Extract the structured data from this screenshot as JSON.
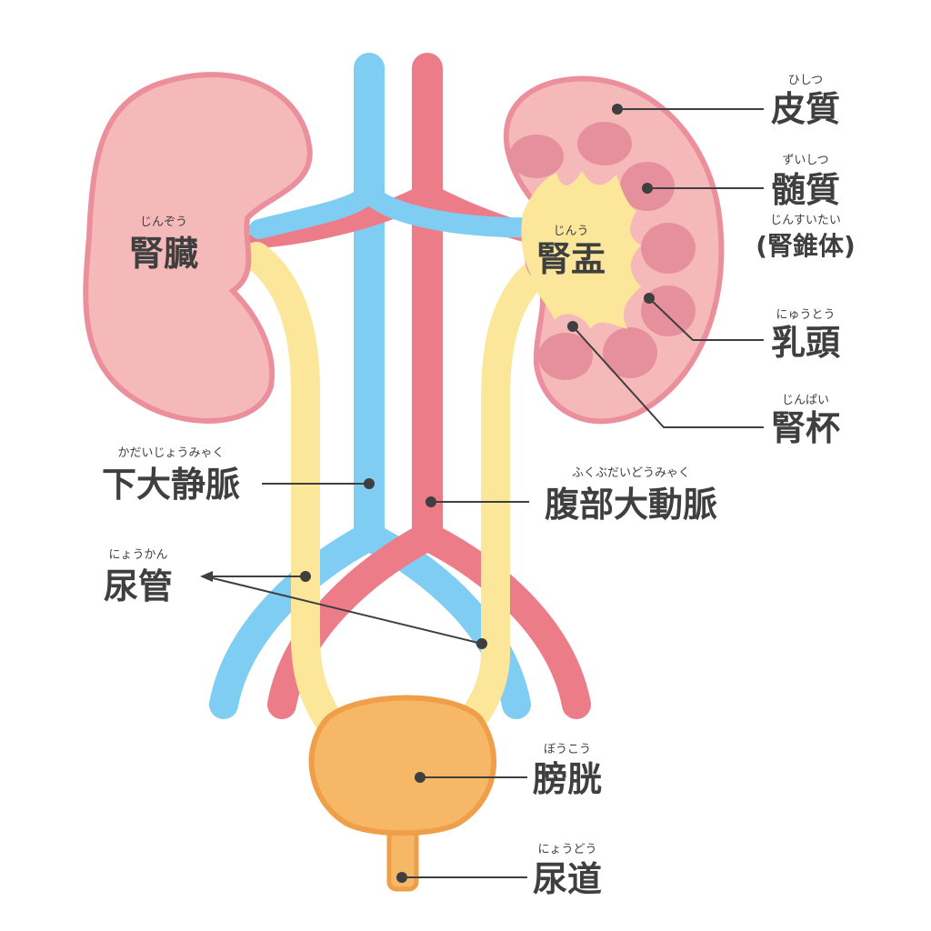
{
  "labels": {
    "kidney": {
      "text": "腎臓",
      "ruby": "じんぞう"
    },
    "renal_pelvis": {
      "text": "腎盂",
      "ruby": "じんう"
    },
    "cortex": {
      "text": "皮質",
      "ruby": "ひしつ"
    },
    "medulla": {
      "text": "髄質",
      "ruby": "ずいしつ",
      "sub": "(腎錐体)",
      "sub_ruby": "じんすいたい"
    },
    "papilla": {
      "text": "乳頭",
      "ruby": "にゅうとう"
    },
    "calyx": {
      "text": "腎杯",
      "ruby": "じんぱい"
    },
    "ivc": {
      "text": "下大静脈",
      "ruby": "かだいじょうみゃく"
    },
    "aorta": {
      "text": "腹部大動脈",
      "ruby": "ふくぶだいどうみゃく"
    },
    "ureter": {
      "text": "尿管",
      "ruby": "にょうかん"
    },
    "bladder": {
      "text": "膀胱",
      "ruby": "ぼうこう"
    },
    "urethra": {
      "text": "尿道",
      "ruby": "にょうどう"
    }
  },
  "colors": {
    "kidney_fill": "#f6b9b9",
    "kidney_outline": "#ec8f9c",
    "pyramid": "#e5909c",
    "pelvis": "#fbe69a",
    "vein": "#7fcdf2",
    "artery": "#ec7d88",
    "bladder_fill": "#f6b766",
    "bladder_outline": "#ef9f48",
    "text": "#3f3f3f"
  }
}
